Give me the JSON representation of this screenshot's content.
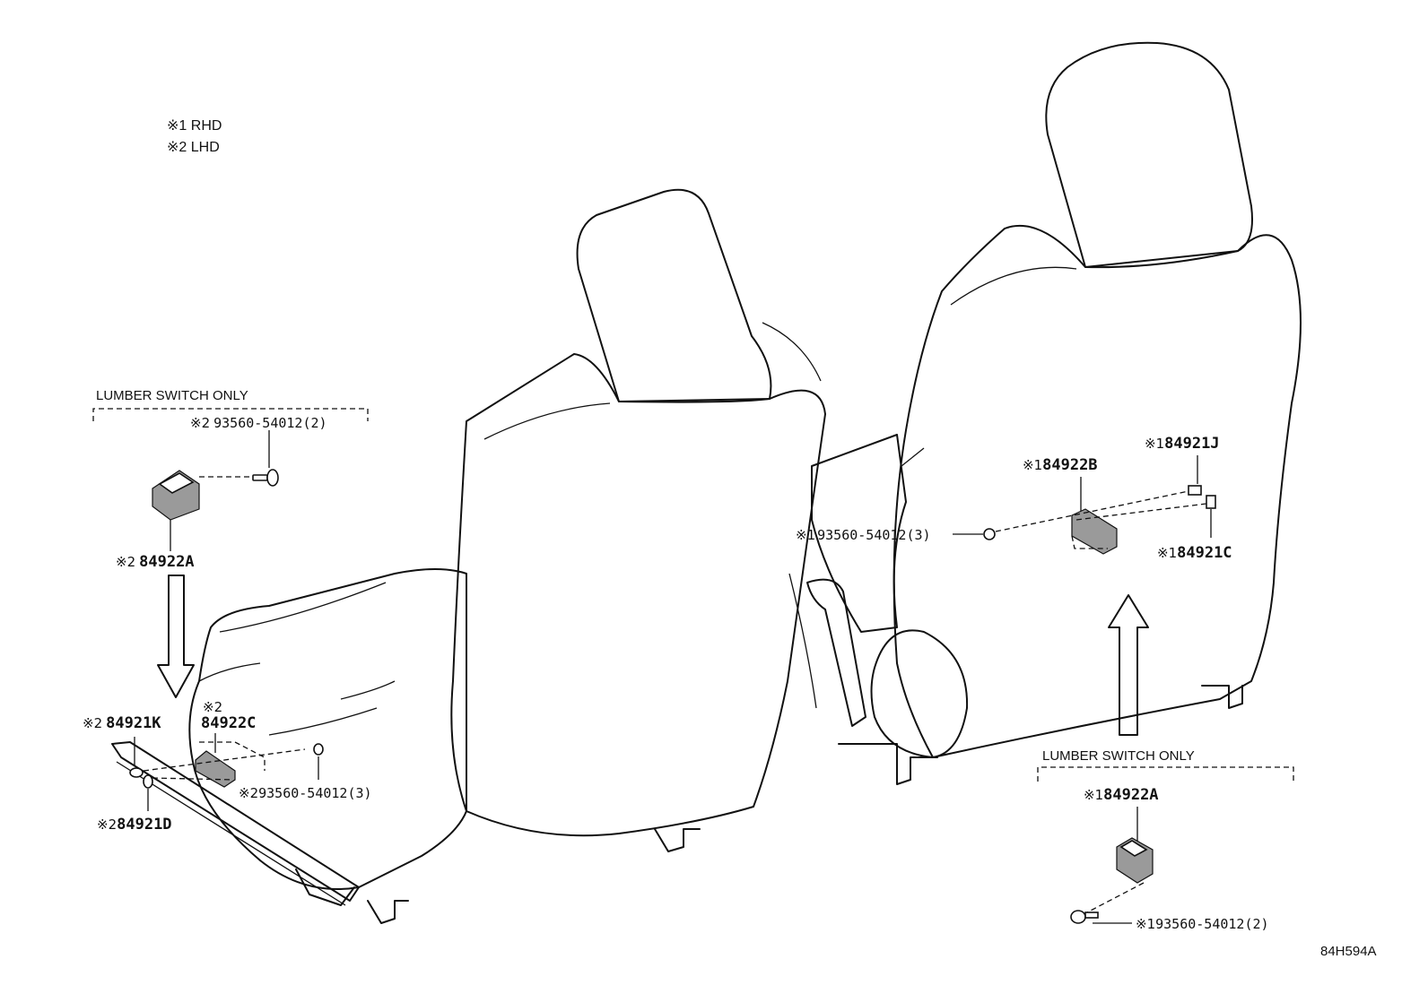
{
  "legend": [
    {
      "mark": "※1",
      "text": "RHD"
    },
    {
      "mark": "※2",
      "text": "LHD"
    }
  ],
  "sections": {
    "left_group_label": "LUMBER SWITCH ONLY",
    "right_group_label": "LUMBER SWITCH ONLY"
  },
  "callouts": {
    "c_84922A_l": {
      "mark": "※2",
      "part": "84922A"
    },
    "c_93560_l_top": {
      "mark": "※2",
      "part": "93560-54012(2)"
    },
    "c_84921K": {
      "mark": "※2",
      "part": "84921K"
    },
    "c_84922C": {
      "mark": "※2",
      "part": "84922C"
    },
    "c_93560_l_bot": {
      "mark": "※2",
      "part": "93560-54012(3)"
    },
    "c_84921D": {
      "mark": "※2",
      "part": "84921D"
    },
    "c_84922B": {
      "mark": "※1",
      "part": "84922B"
    },
    "c_84921J": {
      "mark": "※1",
      "part": "84921J"
    },
    "c_84921C": {
      "mark": "※1",
      "part": "84921C"
    },
    "c_93560_r_mid": {
      "mark": "※1",
      "part": "93560-54012(3)"
    },
    "c_84922A_r": {
      "mark": "※1",
      "part": "84922A"
    },
    "c_93560_r_bot": {
      "mark": "※1",
      "part": "93560-54012(2)"
    }
  },
  "figure_code": "84H594A"
}
